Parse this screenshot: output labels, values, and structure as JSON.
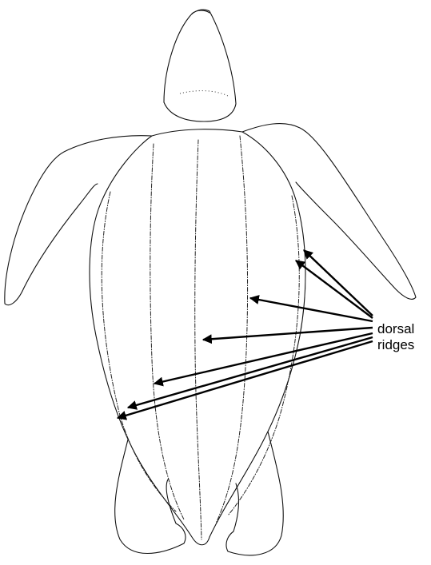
{
  "diagram": {
    "label_line1": "dorsal",
    "label_line2": "ridges",
    "pointer_count": 7
  }
}
